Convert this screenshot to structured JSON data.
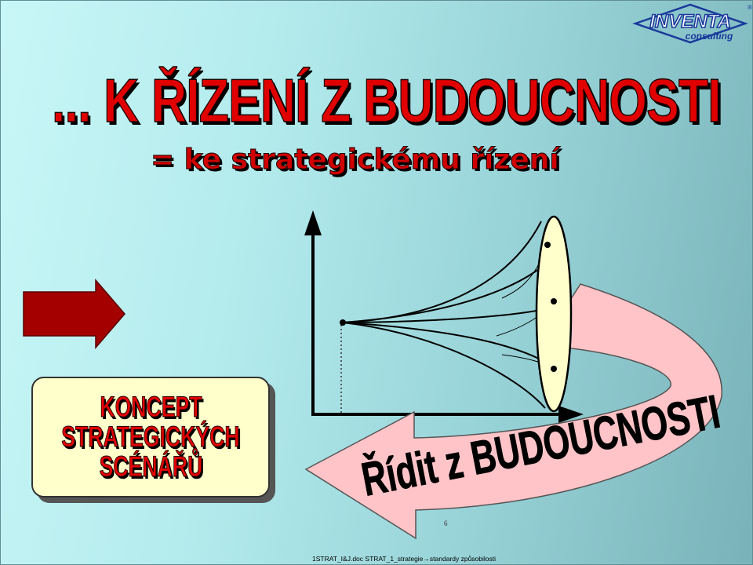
{
  "logo": {
    "wordmark": "INVENTA",
    "sub": "consulting",
    "registered": "®"
  },
  "headline": "... K ŘÍZENÍ Z BUDOUCNOSTI",
  "subheadline": "= ke strategickému řízení",
  "concept": {
    "lines": [
      "KONCEPT",
      "STRATEGICKÝCH",
      "SCÉNÁŘŮ"
    ]
  },
  "curved_arrow_label": "Řídit z BUDOUCNOSTI",
  "page_number": "6",
  "footer": "1STRAT_I&J.doc STRAT_1_strategie→standardy způsobilosti",
  "colors": {
    "title_red": "#e00000",
    "arrow_dark_red": "#a40000",
    "curved_arrow_pink": "#ffc4c8",
    "concept_box_fill": "#ffffcc",
    "ellipse_fill": "#ffffcc",
    "logo_blue": "#1a3a9c"
  }
}
